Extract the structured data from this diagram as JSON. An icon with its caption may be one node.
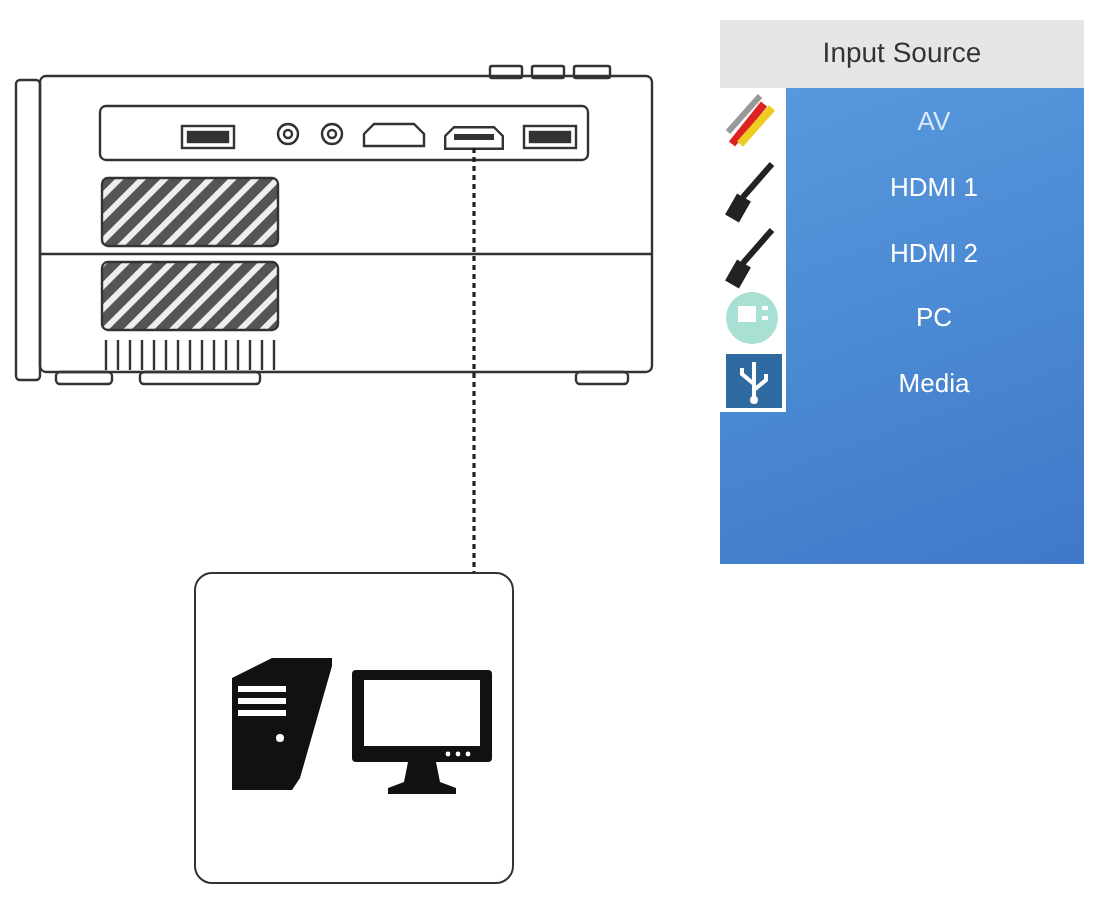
{
  "diagram": {
    "nodes": [
      {
        "text": [],
        "shape": "box"
      },
      {
        "text": [],
        "shape": "box"
      }
    ],
    "edges": [
      {
        "from": 0,
        "to": 1,
        "arrow": "none",
        "style": "dashed"
      }
    ],
    "labels": [
      "Input Source",
      "AV",
      "HDMI 1",
      "HDMI 2",
      "PC",
      "Media"
    ]
  }
}
